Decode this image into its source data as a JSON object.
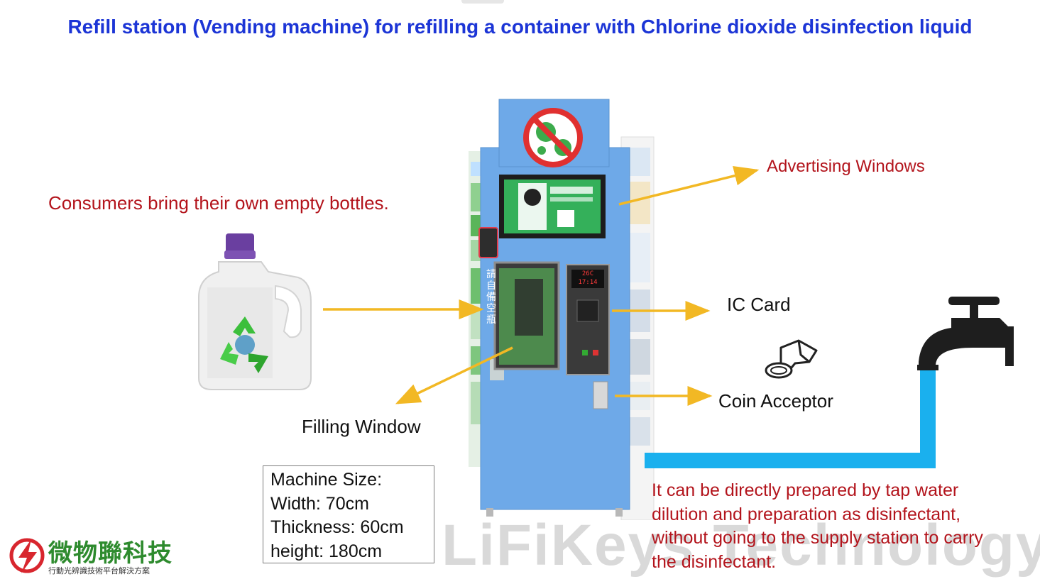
{
  "title": "Refill station (Vending machine) for refilling a container with Chlorine dioxide disinfection liquid",
  "labels": {
    "consumers": "Consumers bring their own empty bottles.",
    "advertising": "Advertising Windows",
    "ic_card": "IC Card",
    "coin": "Coin Acceptor",
    "filling": "Filling Window"
  },
  "machine_size": {
    "heading": "Machine Size:",
    "width": "Width: 70cm",
    "thickness": "Thickness: 60cm",
    "height": "height: 180cm"
  },
  "description": [
    "It can be directly prepared by tap water",
    "dilution and preparation as disinfectant,",
    "without going to the supply station to carry",
    "the disinfectant."
  ],
  "machine": {
    "display_temp": "26C",
    "display_time": "17:14",
    "side_text": "請自備空瓶"
  },
  "watermark": "LiFiKeys Technology",
  "logo": {
    "name": "微物聯科技",
    "subtitle": "行動光辨識技術平台解決方案"
  },
  "colors": {
    "title": "#1c35d6",
    "label_red": "#b3141c",
    "machine_blue": "#6ea9e8",
    "arrow": "#f2b824",
    "water": "#1ab0ee"
  },
  "icons": [
    "bottle-icon",
    "recycle-icon",
    "no-virus-icon",
    "coin-hand-icon",
    "faucet-icon",
    "lightning-logo-icon"
  ]
}
